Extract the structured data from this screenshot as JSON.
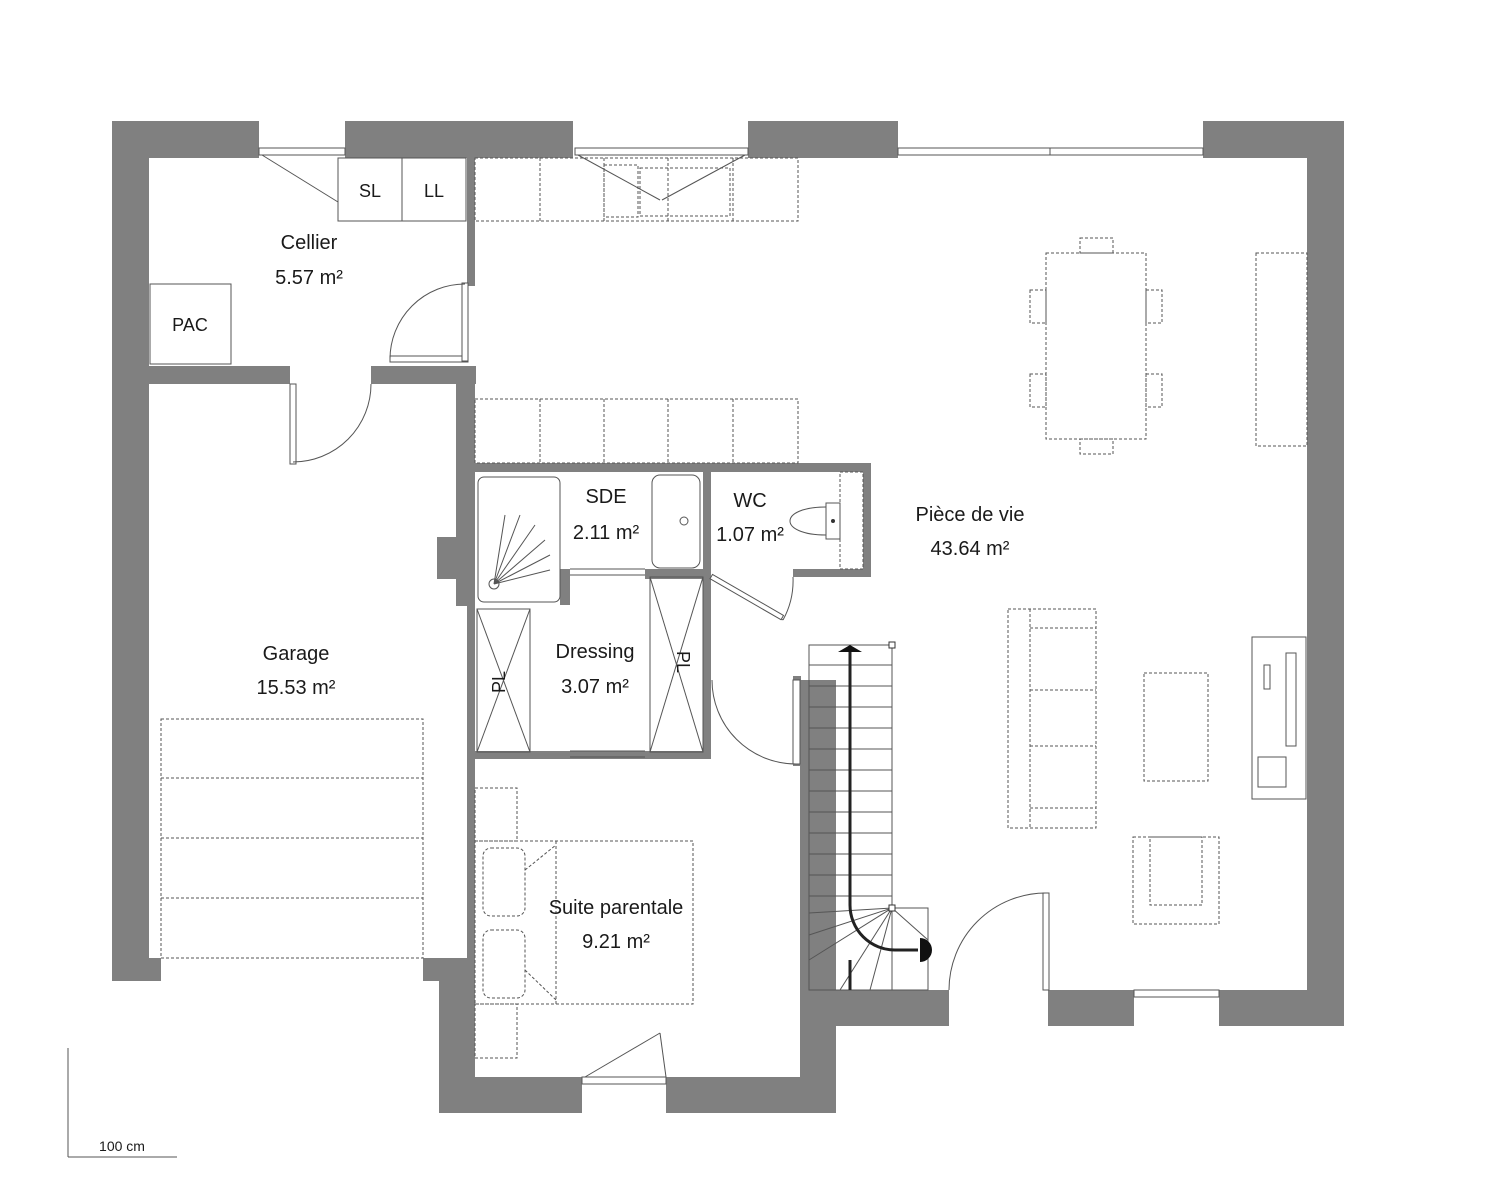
{
  "rooms": {
    "cellier": {
      "name": "Cellier",
      "area": "5.57 m²"
    },
    "garage": {
      "name": "Garage",
      "area": "15.53 m²"
    },
    "sde": {
      "name": "SDE",
      "area": "2.11 m²"
    },
    "wc": {
      "name": "WC",
      "area": "1.07 m²"
    },
    "dressing": {
      "name": "Dressing",
      "area": "3.07 m²"
    },
    "piece_de_vie": {
      "name": "Pièce de vie",
      "area": "43.64 m²"
    },
    "suite": {
      "name": "Suite parentale",
      "area": "9.21 m²"
    }
  },
  "fixtures": {
    "sl": "SL",
    "ll": "LL",
    "pac": "PAC",
    "pl": "PL"
  },
  "scale": {
    "label": "100 cm"
  },
  "colors": {
    "wall": "#808080",
    "line": "#555555",
    "background": "#ffffff"
  }
}
